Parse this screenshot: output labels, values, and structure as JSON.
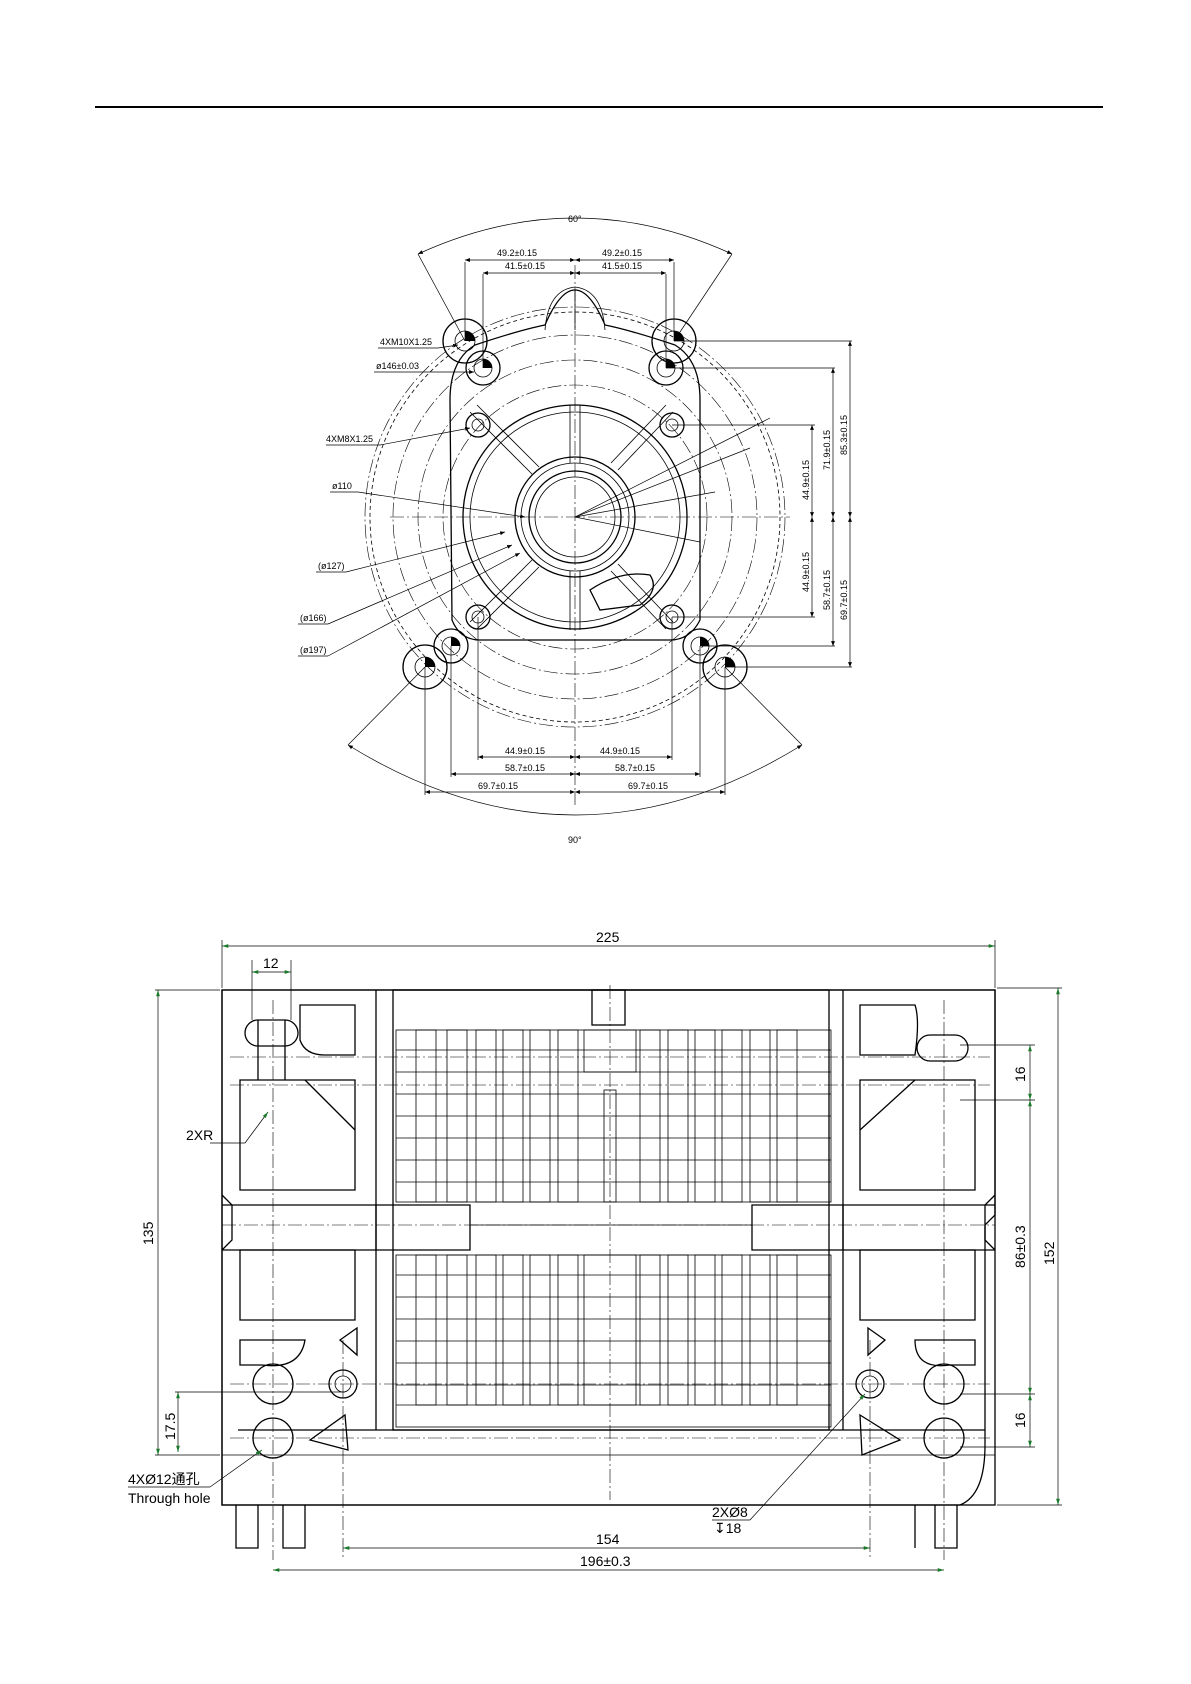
{
  "drawing_top": {
    "angle_top": "60°",
    "angle_bottom": "90°",
    "dims_top": [
      "49.2±0.15",
      "49.2±0.15",
      "41.5±0.15",
      "41.5±0.15"
    ],
    "dims_bottom": [
      "44.9±0.15",
      "44.9±0.15",
      "58.7±0.15",
      "58.7±0.15",
      "69.7±0.15",
      "69.7±0.15"
    ],
    "dims_right": [
      "71.9±0.15",
      "85.3±0.15",
      "44.9±0.15",
      "44.9±0.15",
      "58.7±0.15",
      "69.7±0.15"
    ],
    "callouts": [
      "4XM10X1.25",
      "ø146±0.03",
      "4XM8X1.25",
      "ø110",
      "(ø127)",
      "(ø166)",
      "(ø197)"
    ]
  },
  "drawing_bottom": {
    "width_225": "225",
    "width_12": "12",
    "radius": "2XR",
    "height_135": "135",
    "height_152": "152",
    "height_86": "86±0.3",
    "dim_16_top": "16",
    "dim_16_bottom": "16",
    "dim_17_5": "17.5",
    "hole_callout_1": "4XØ12通孔",
    "hole_callout_2": "Through hole",
    "hole2_callout_1": "2XØ8",
    "hole2_callout_2": "↧18",
    "width_154": "154",
    "width_196": "196±0.3"
  }
}
